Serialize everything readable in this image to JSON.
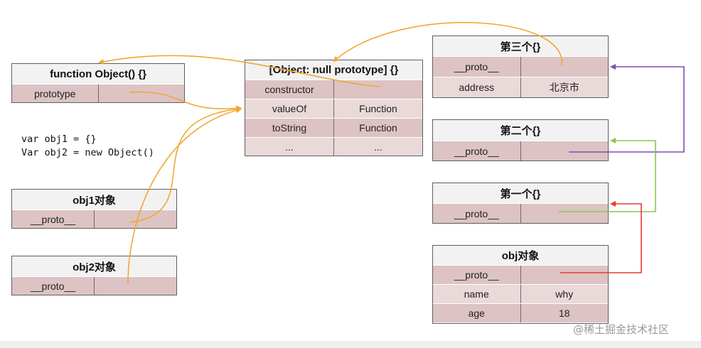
{
  "diagram": {
    "function_object": {
      "title": "function Object() {}",
      "rows": [
        [
          "prototype",
          ""
        ]
      ]
    },
    "null_prototype": {
      "title": "[Object: null prototype] {}",
      "rows": [
        [
          "constructor",
          ""
        ],
        [
          "valueOf",
          "Function"
        ],
        [
          "toString",
          "Function"
        ],
        [
          "...",
          "..."
        ]
      ]
    },
    "third": {
      "title": "第三个{}",
      "rows": [
        [
          "__proto__",
          ""
        ],
        [
          "address",
          "北京市"
        ]
      ]
    },
    "second": {
      "title": "第二个{}",
      "rows": [
        [
          "__proto__",
          ""
        ]
      ]
    },
    "first": {
      "title": "第一个{}",
      "rows": [
        [
          "__proto__",
          ""
        ]
      ]
    },
    "obj1": {
      "title": "obj1对象",
      "rows": [
        [
          "__proto__",
          ""
        ]
      ]
    },
    "obj2": {
      "title": "obj2对象",
      "rows": [
        [
          "__proto__",
          ""
        ]
      ]
    },
    "obj": {
      "title": "obj对象",
      "rows": [
        [
          "__proto__",
          ""
        ],
        [
          "name",
          "why"
        ],
        [
          "age",
          "18"
        ]
      ]
    },
    "code_line1": "var obj1 = {}",
    "code_line2": "Var obj2 = new Object()",
    "colors": {
      "orange": "#f0a832",
      "purple": "#7b4fb5",
      "green": "#8cc64a",
      "red": "#e53935"
    }
  },
  "watermark": "@稀土掘金技术社区"
}
